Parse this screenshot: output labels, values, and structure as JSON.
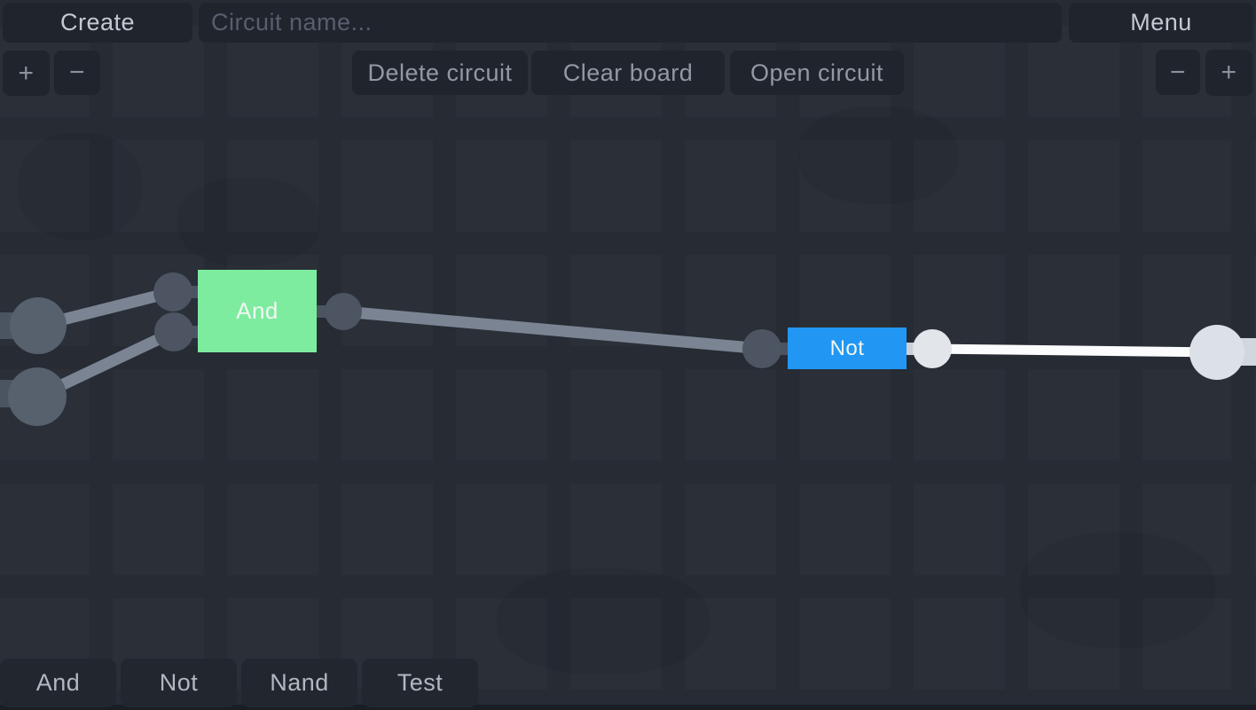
{
  "top_bar": {
    "create_button": "Create",
    "circuit_name_input": {
      "value": "",
      "placeholder": "Circuit name..."
    },
    "menu_button": "Menu"
  },
  "toolbar": {
    "zoom_in": "+",
    "zoom_out": "−",
    "delete_circuit": "Delete circuit",
    "clear_board": "Clear board",
    "open_circuit": "Open circuit"
  },
  "palette": {
    "items": [
      {
        "label": "And"
      },
      {
        "label": "Not"
      },
      {
        "label": "Nand"
      },
      {
        "label": "Test"
      }
    ]
  },
  "canvas": {
    "gates": [
      {
        "label": "And",
        "type": "and",
        "color": "#7dec9f",
        "output_state": "off"
      },
      {
        "label": "Not",
        "type": "not",
        "color": "#2197f3",
        "output_state": "on"
      }
    ],
    "wire_state_colors": {
      "off": "#7b8492",
      "on": "#fbfcfd"
    },
    "node_state_colors": {
      "off": "#4d5563",
      "on": "#e2e5ea"
    }
  },
  "colors": {
    "background": "#2a2f38",
    "grid_gutter": "#262b34",
    "button_background": "#20242d",
    "button_text": "#c5cad2",
    "muted_text": "#9299a4",
    "placeholder_text": "#575f6e"
  }
}
